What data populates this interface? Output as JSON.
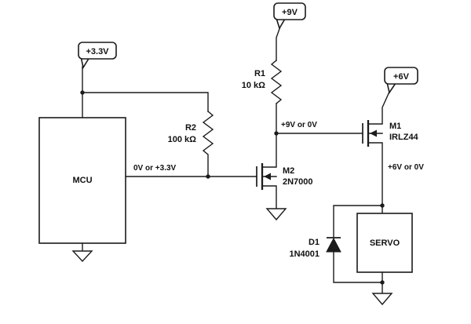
{
  "diagram": {
    "supplies": {
      "v33": "+3.3V",
      "v9": "+9V",
      "v6": "+6V"
    },
    "components": {
      "mcu": {
        "label": "MCU"
      },
      "servo": {
        "label": "SERVO"
      },
      "r1": {
        "ref": "R1",
        "value": "10 kΩ"
      },
      "r2": {
        "ref": "R2",
        "value": "100 kΩ"
      },
      "m1": {
        "ref": "M1",
        "part": "IRLZ44"
      },
      "m2": {
        "ref": "M2",
        "part": "2N7000"
      },
      "d1": {
        "ref": "D1",
        "part": "1N4001"
      }
    },
    "net_labels": {
      "mcu_output": "0V or +3.3V",
      "m2_drain": "+9V or 0V",
      "m1_source": "+6V or 0V"
    }
  }
}
